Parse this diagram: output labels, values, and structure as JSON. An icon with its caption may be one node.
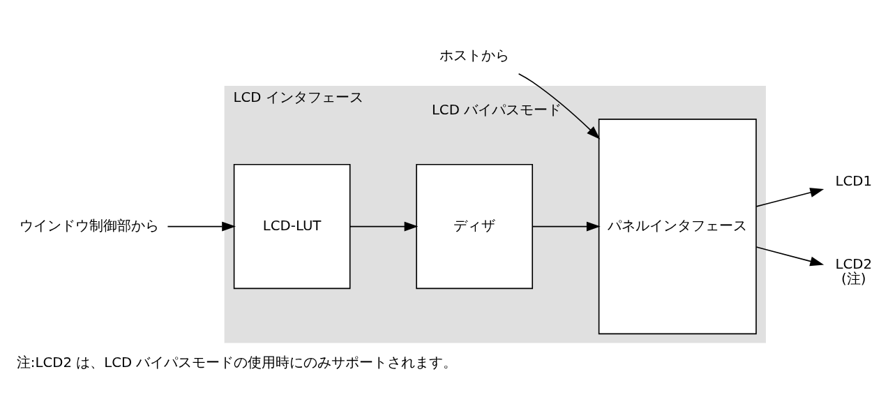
{
  "diagram": {
    "caption": "注:LCD2 は、LCD バイパスモードの使用時にのみサポートされます。",
    "nodes": [
      {
        "text": [
          "LCD インタフェース"
        ]
      },
      {
        "text": [
          "LCD-LUT"
        ],
        "in": 0
      },
      {
        "text": [
          "ディザ"
        ],
        "in": 0
      },
      {
        "text": [
          "パネルインタフェース"
        ],
        "in": 0
      },
      {
        "text": [
          "ウインドウ制御部から"
        ]
      },
      {
        "text": [
          "LCD1"
        ]
      },
      {
        "text": [
          "LCD2",
          "(注)"
        ]
      },
      {
        "text": [
          "ホストから"
        ]
      }
    ],
    "edges": [
      {
        "from": 4,
        "to": 1,
        "arrow": "to"
      },
      {
        "from": 1,
        "to": 2,
        "arrow": "to"
      },
      {
        "from": 2,
        "to": 3,
        "arrow": "to"
      },
      {
        "from": 3,
        "to": 5,
        "arrow": "to"
      },
      {
        "from": 3,
        "to": 6,
        "arrow": "to"
      },
      {
        "from": 7,
        "to": 3,
        "arrow": "to",
        "label": "LCD バイパスモード"
      }
    ]
  }
}
